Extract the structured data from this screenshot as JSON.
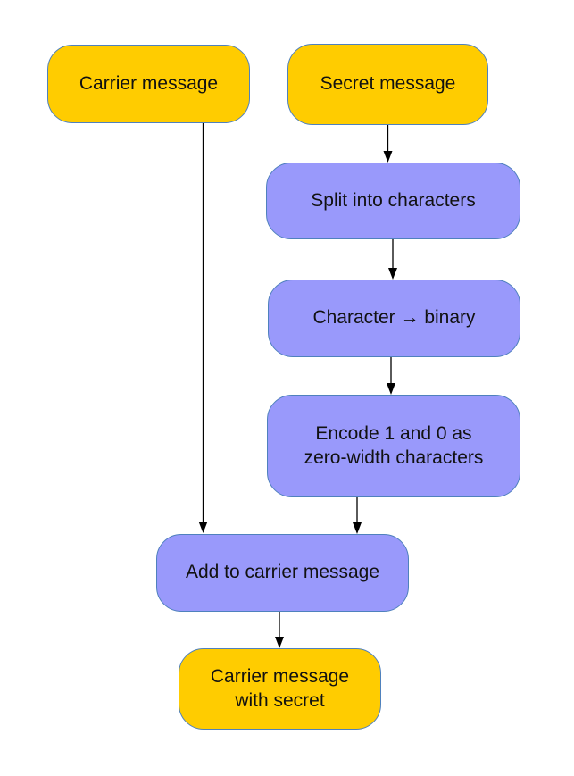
{
  "diagram": {
    "background_color": "#ffffff",
    "colors": {
      "terminal_fill": "#ffcc00",
      "process_fill": "#9999fb",
      "node_border": "#4f81bd",
      "edge": "#000000",
      "text": "#111111"
    },
    "nodes": [
      {
        "id": "carrier-message",
        "kind": "terminal",
        "label": "Carrier message"
      },
      {
        "id": "secret-message",
        "kind": "terminal",
        "label": "Secret message"
      },
      {
        "id": "split-into-characters",
        "kind": "process",
        "label": "Split into characters"
      },
      {
        "id": "character-to-binary",
        "kind": "process",
        "label": "Character → binary"
      },
      {
        "id": "encode-zero-width",
        "kind": "process",
        "label": "Encode 1 and 0 as\nzero-width characters"
      },
      {
        "id": "add-to-carrier",
        "kind": "process",
        "label": "Add to carrier message"
      },
      {
        "id": "carrier-with-secret",
        "kind": "terminal",
        "label": "Carrier message\nwith secret"
      }
    ],
    "edges": [
      {
        "from": "carrier-message",
        "to": "add-to-carrier"
      },
      {
        "from": "secret-message",
        "to": "split-into-characters"
      },
      {
        "from": "split-into-characters",
        "to": "character-to-binary"
      },
      {
        "from": "character-to-binary",
        "to": "encode-zero-width"
      },
      {
        "from": "encode-zero-width",
        "to": "add-to-carrier"
      },
      {
        "from": "add-to-carrier",
        "to": "carrier-with-secret"
      }
    ]
  }
}
